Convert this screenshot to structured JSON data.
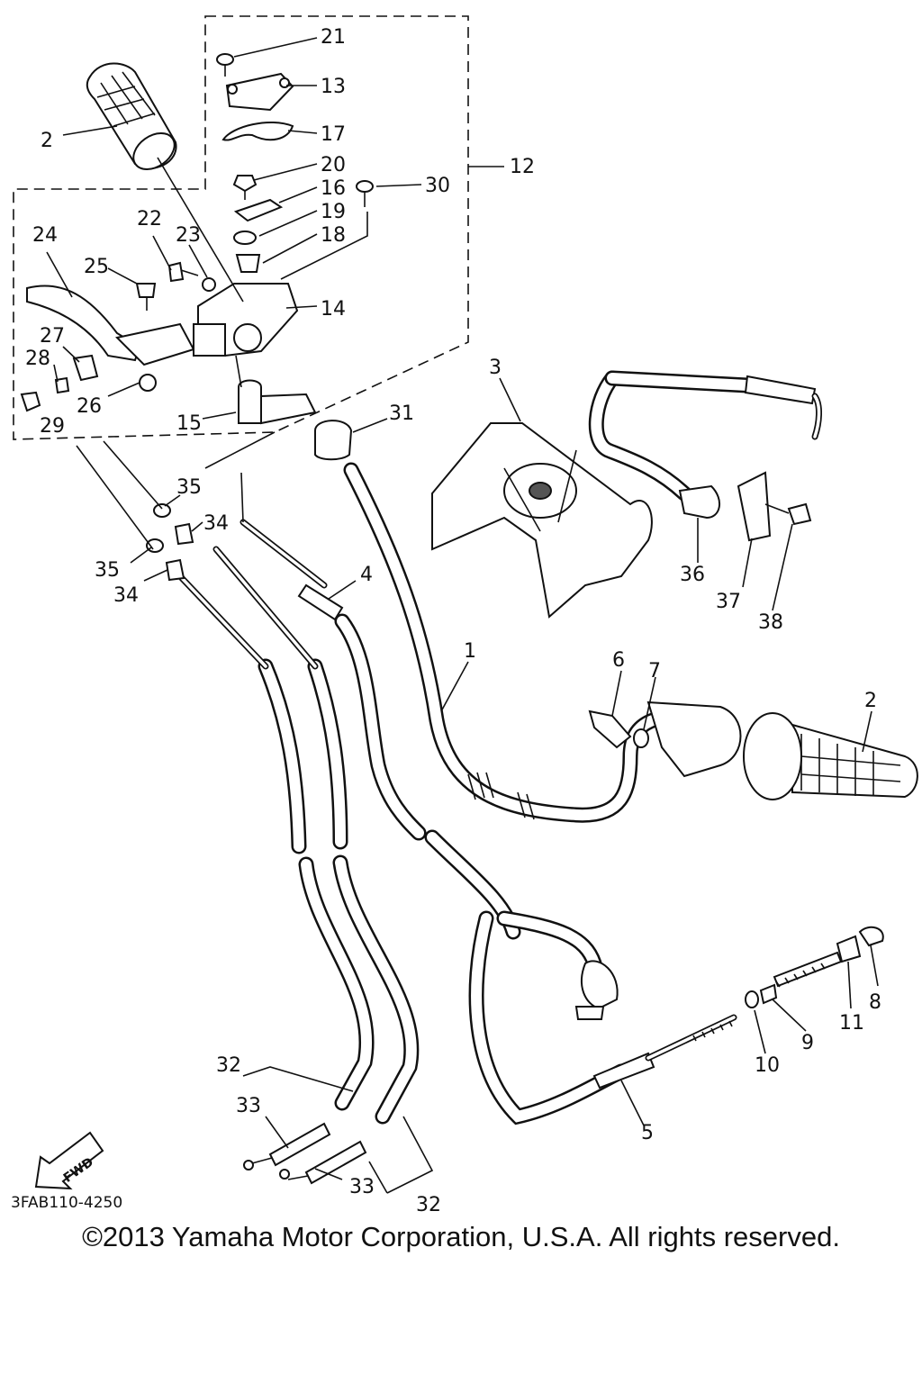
{
  "diagram": {
    "code": "3FAB110-4250",
    "fwd_label": "FWD",
    "copyright": "©2013 Yamaha Motor Corporation, U.S.A. All rights reserved.",
    "labels": {
      "p1": "1",
      "p2a": "2",
      "p2b": "2",
      "p3": "3",
      "p4": "4",
      "p5": "5",
      "p6": "6",
      "p7": "7",
      "p8": "8",
      "p9": "9",
      "p10": "10",
      "p11": "11",
      "p12": "12",
      "p13": "13",
      "p14": "14",
      "p15": "15",
      "p16": "16",
      "p17": "17",
      "p18": "18",
      "p19": "19",
      "p20": "20",
      "p21": "21",
      "p22": "22",
      "p23": "23",
      "p24": "24",
      "p25": "25",
      "p26": "26",
      "p27": "27",
      "p28": "28",
      "p29": "29",
      "p30": "30",
      "p31": "31",
      "p32a": "32",
      "p32b": "32",
      "p33a": "33",
      "p33b": "33",
      "p34a": "34",
      "p34b": "34",
      "p35a": "35",
      "p35b": "35",
      "p36": "36",
      "p37": "37",
      "p38": "38"
    }
  }
}
